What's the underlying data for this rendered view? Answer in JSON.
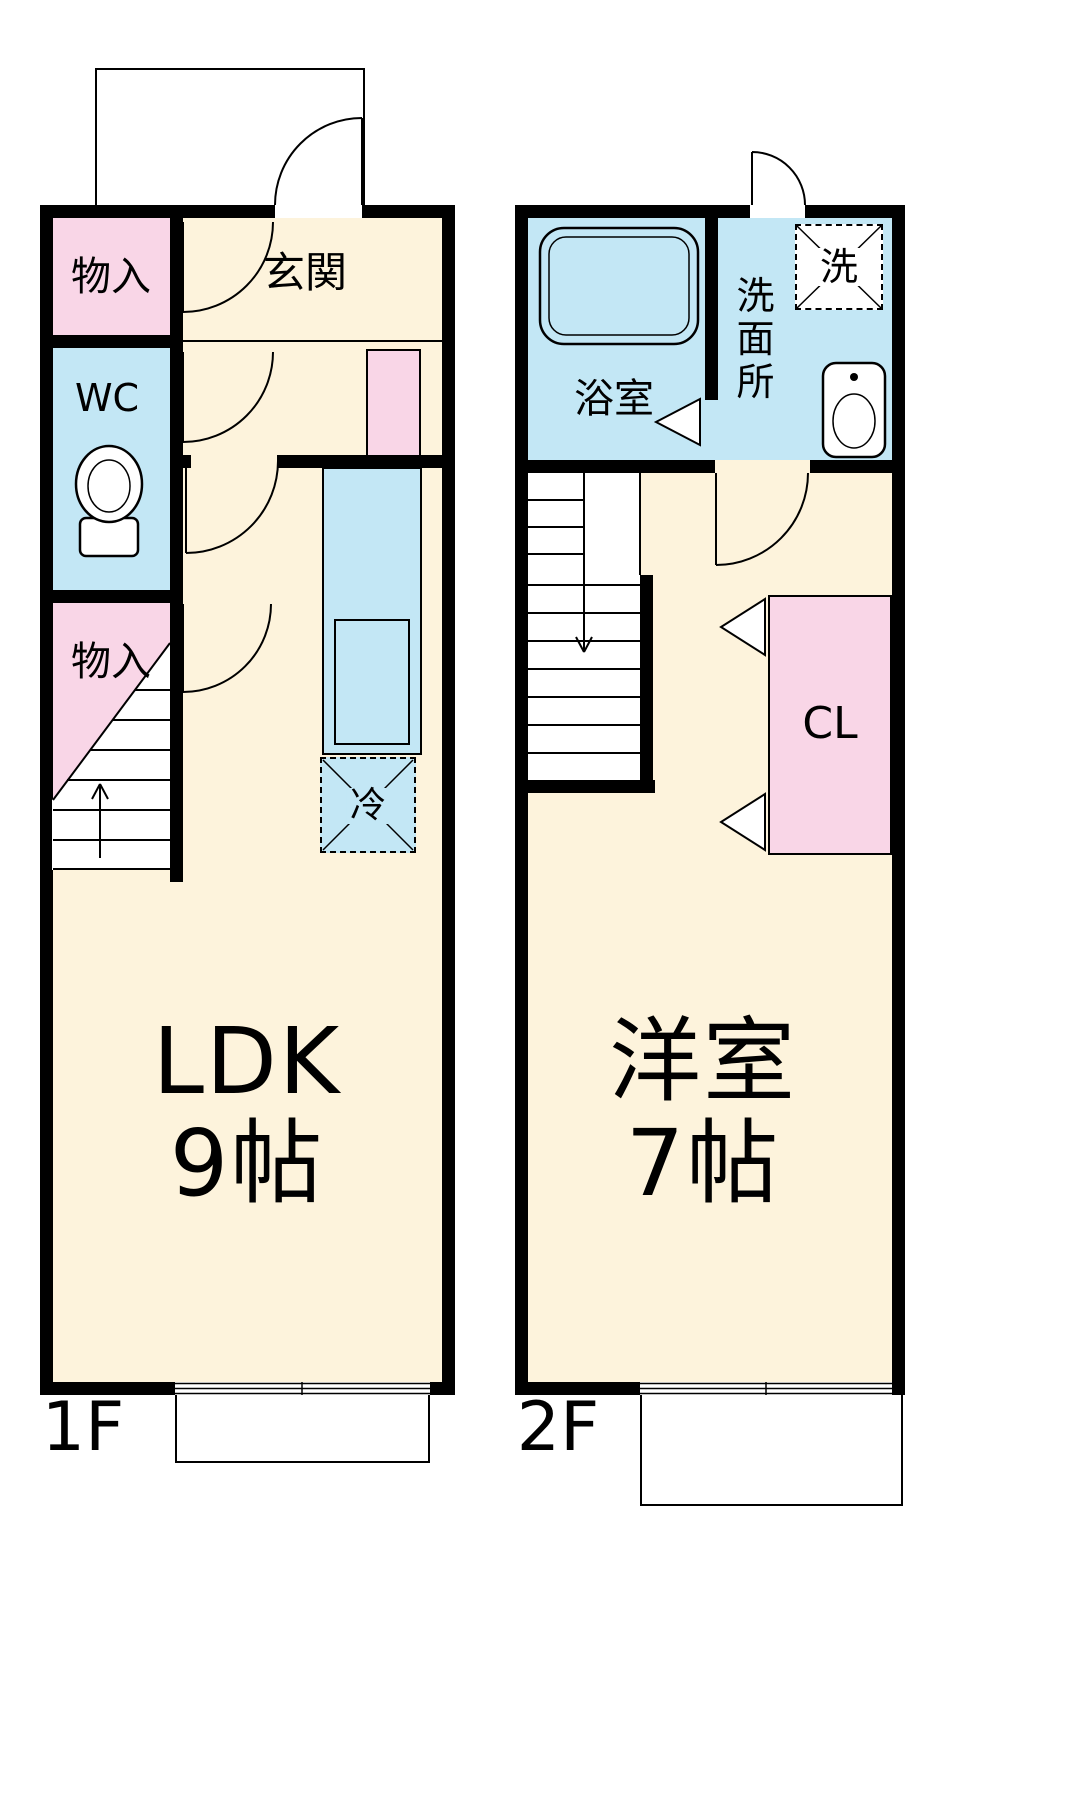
{
  "colors": {
    "wall": "#000000",
    "floor": "#fdf3dc",
    "storage": "#f9d6e7",
    "water": "#c3e7f5",
    "background": "#ffffff"
  },
  "floor1": {
    "floor_label": "1F",
    "storage_top_label": "物入",
    "entrance_label": "玄関",
    "wc_label": "WC",
    "storage_mid_label": "物入",
    "fridge_label": "冷",
    "room_name": "LDK",
    "room_size": "9帖"
  },
  "floor2": {
    "floor_label": "2F",
    "bath_label": "浴室",
    "washroom_label": "洗面所",
    "washer_label": "洗",
    "closet_label": "CL",
    "room_name": "洋室",
    "room_size": "7帖"
  }
}
